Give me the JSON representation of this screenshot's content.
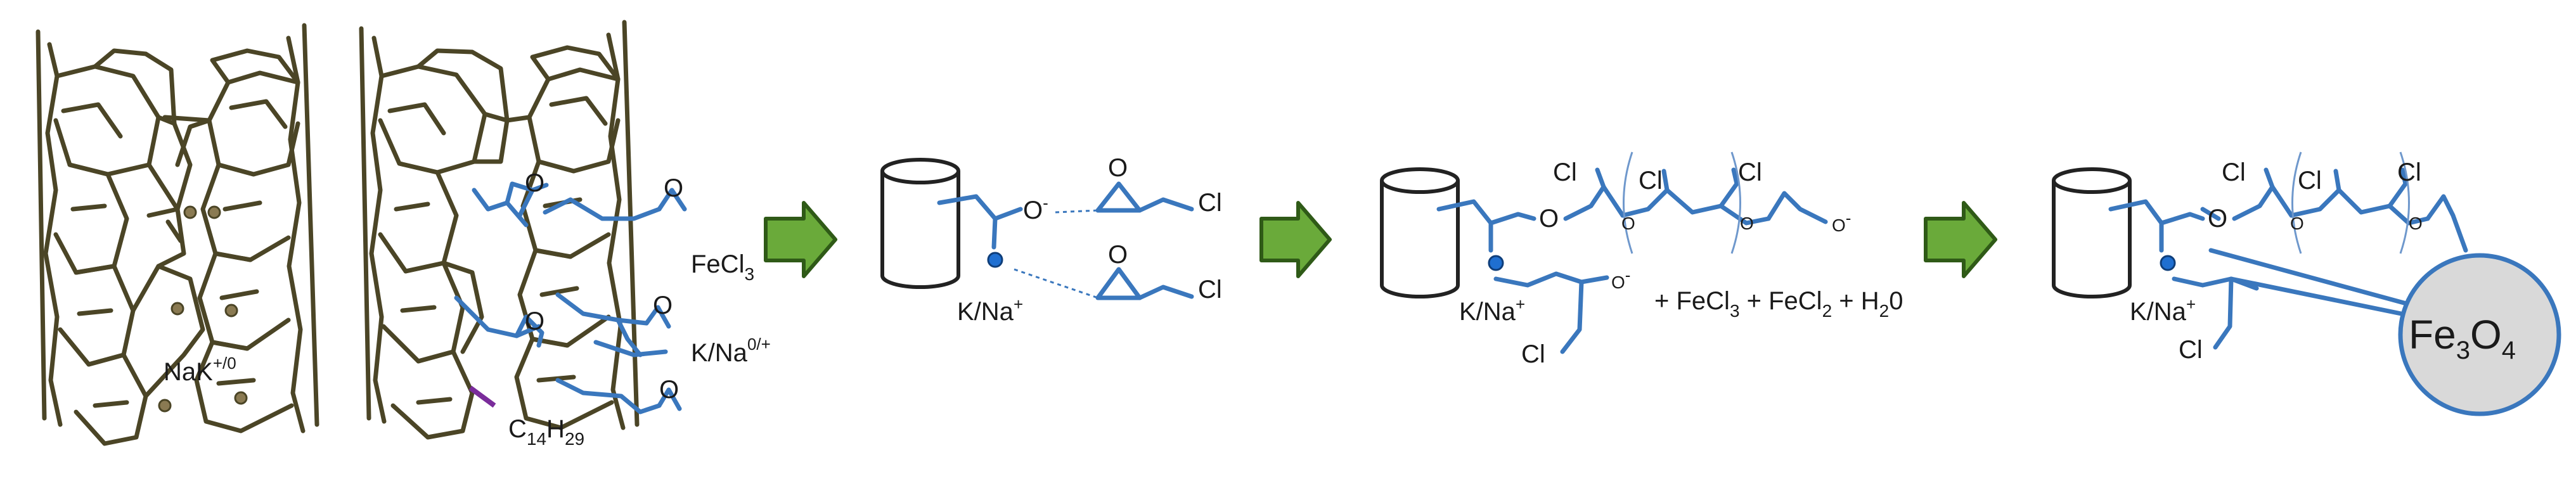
{
  "colors": {
    "nanotube": "#4b4526",
    "molecule": "#3a77bd",
    "arrow_fill": "#6aaa3a",
    "arrow_stroke": "#2f5a17",
    "alkyl": "#7a2c9b",
    "particle_fill": "#d9d9d9",
    "electron_dot": "#8a7a52",
    "cation_dot": "#1f6fd1"
  },
  "panel1": {
    "nak_main": "NaK",
    "nak_charge": "+/0"
  },
  "panel2": {
    "fecl_main": "FeCl",
    "fecl_sub": "3",
    "kna_main": "K/Na",
    "kna_charge": "0/+",
    "c_main": "C",
    "c_sub1": "14",
    "h_main": "H",
    "c_sub2": "29"
  },
  "panel3": {
    "o_label": "O",
    "o_charge": "-",
    "epoxide_o1": "O",
    "epoxide_o2": "O",
    "cl1": "Cl",
    "cl2": "Cl",
    "kna_main": "K/Na",
    "kna_charge": "+"
  },
  "panel4": {
    "cl_a": "Cl",
    "cl_b": "Cl",
    "cl_c": "Cl",
    "cl_d": "Cl",
    "o_a": "O",
    "o_b": "O",
    "o_c": "O",
    "o_term": "O",
    "o_term_charge": "-",
    "o_side": "O",
    "o_side_charge": "-",
    "kna_main": "K/Na",
    "kna_charge": "+",
    "reagents_a": "+ FeCl",
    "reagents_a_sub": "3",
    "reagents_b": " + FeCl",
    "reagents_b_sub": "2",
    "reagents_c": " + H",
    "reagents_c_sub": "2",
    "reagents_d": "0"
  },
  "panel5": {
    "cl_a": "Cl",
    "cl_b": "Cl",
    "cl_c": "Cl",
    "cl_d": "Cl",
    "o_a": "O",
    "o_b": "O",
    "o_c": "O",
    "kna_main": "K/Na",
    "kna_charge": "+",
    "particle_fe": "Fe",
    "particle_sub1": "3",
    "particle_o": "O",
    "particle_sub2": "4"
  }
}
